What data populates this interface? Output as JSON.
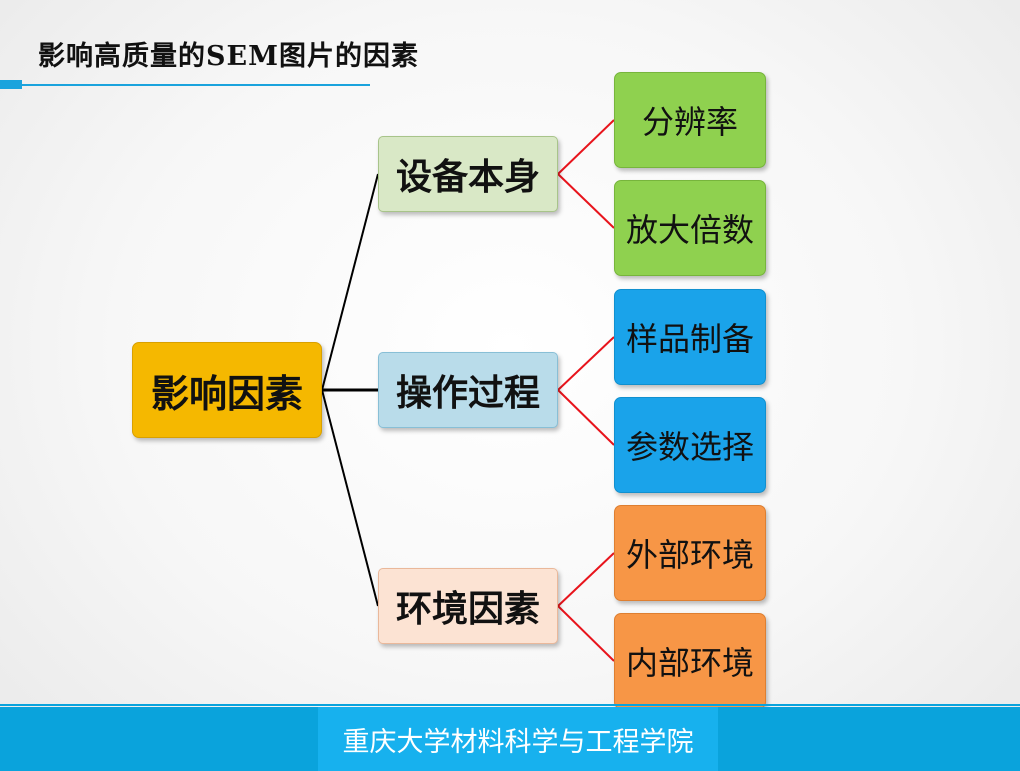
{
  "slide": {
    "title": "影响高质量的SEM图片的因素",
    "footer": "重庆大学材料科学与工程学院"
  },
  "diagram": {
    "root": "影响因素",
    "branches": [
      {
        "label": "设备本身",
        "children": [
          "分辨率",
          "放大倍数"
        ]
      },
      {
        "label": "操作过程",
        "children": [
          "样品制备",
          "参数选择"
        ]
      },
      {
        "label": "环境因素",
        "children": [
          "外部环境",
          "内部环境"
        ]
      }
    ]
  },
  "colors": {
    "accent": "#1aa3dd",
    "root": "#f5b800",
    "branch1": "#d9e8c6",
    "branch2": "#b9dcea",
    "branch3": "#fce3d3",
    "leaf_group1": "#8fd14f",
    "leaf_group2": "#1aa3ea",
    "leaf_group3": "#f79646",
    "root_connector": "#000000",
    "leaf_connector": "#e8141c"
  }
}
